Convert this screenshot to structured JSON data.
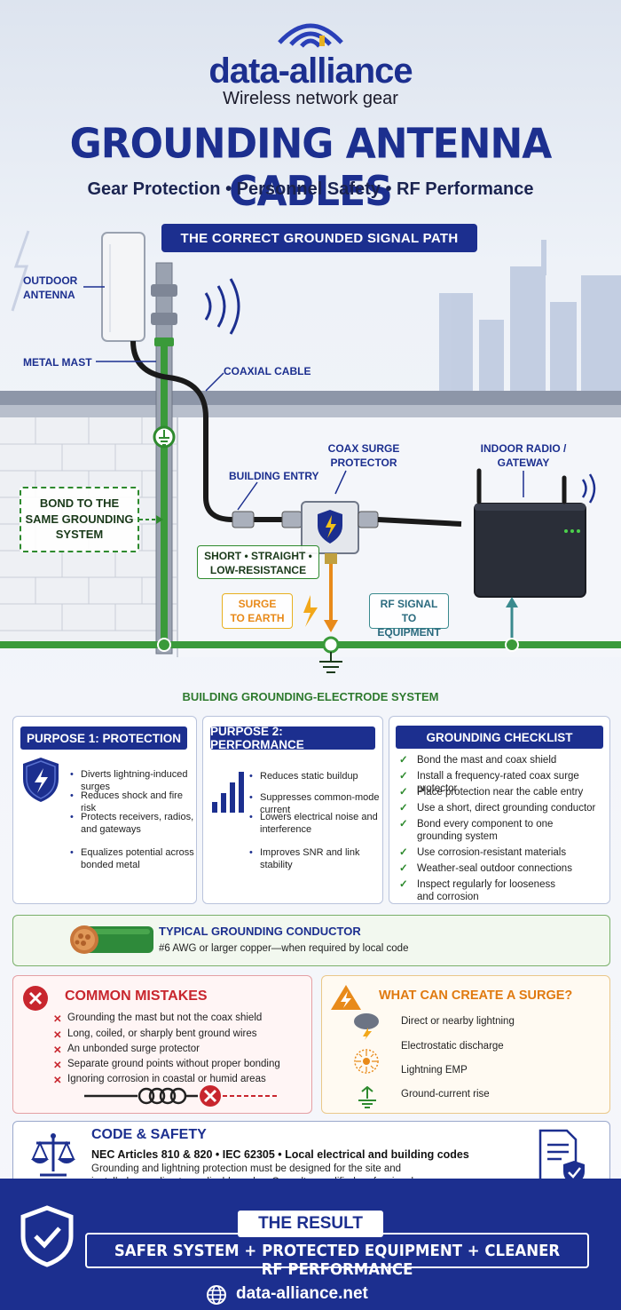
{
  "header": {
    "brand": "data-alliance",
    "tagline": "Wireless network gear",
    "title": "GROUNDING ANTENNA CABLES",
    "subtitle": "Gear Protection • Personnel Safety • RF Performance",
    "banner": "THE CORRECT GROUNDED SIGNAL PATH"
  },
  "diagram": {
    "outdoor_antenna": "OUTDOOR\nANTENNA",
    "metal_mast": "METAL MAST",
    "coaxial_cable": "COAXIAL CABLE",
    "building_entry": "BUILDING ENTRY",
    "surge_protector": "COAX SURGE\nPROTECTOR",
    "indoor_radio": "INDOOR RADIO /\nGATEWAY",
    "bond": "BOND TO THE\nSAME GROUNDING\nSYSTEM",
    "short_straight": "SHORT • STRAIGHT •\nLOW-RESISTANCE",
    "surge_to_earth": "SURGE\nTO EARTH",
    "rf_signal": "RF SIGNAL\nTO EQUIPMENT",
    "grounding_system": "BUILDING GROUNDING-ELECTRODE SYSTEM"
  },
  "purpose1": {
    "title": "PURPOSE 1: PROTECTION",
    "items": [
      "Diverts lightning-induced surges",
      "Reduces shock and fire risk",
      "Protects receivers, radios,\nand gateways",
      "Equalizes potential across\nbonded metal"
    ]
  },
  "purpose2": {
    "title": "PURPOSE 2: PERFORMANCE",
    "items": [
      "Reduces static buildup",
      "Suppresses common-mode current",
      "Lowers electrical noise and\ninterference",
      "Improves SNR and link stability"
    ]
  },
  "checklist": {
    "title": "GROUNDING CHECKLIST",
    "items": [
      "Bond the mast and coax shield",
      "Install a frequency-rated coax surge protector",
      "Place protection near the cable entry",
      "Use a short, direct grounding conductor",
      "Bond every component to one\ngrounding system",
      "Use corrosion-resistant materials",
      "Weather-seal outdoor connections",
      "Inspect regularly for looseness\nand corrosion"
    ]
  },
  "conductor": {
    "title": "TYPICAL GROUNDING CONDUCTOR",
    "desc": "#6 AWG or larger copper—when required by local code"
  },
  "mistakes": {
    "title": "COMMON MISTAKES",
    "items": [
      "Grounding the mast but not the coax shield",
      "Long, coiled, or sharply bent ground wires",
      "An unbonded surge protector",
      "Separate ground points without proper bonding",
      "Ignoring corrosion in coastal or humid areas"
    ]
  },
  "surge": {
    "title": "WHAT CAN CREATE A SURGE?",
    "items": [
      "Direct or nearby lightning",
      "Electrostatic discharge",
      "Lightning EMP",
      "Ground-current rise"
    ]
  },
  "code": {
    "title": "CODE & SAFETY",
    "standards": "NEC Articles 810 & 820 • IEC 62305 • Local electrical and building codes",
    "desc": "Grounding and lightning protection must be designed for the site and\ninstalled according to applicable codes. Consult a qualified professional."
  },
  "result": {
    "title": "THE RESULT",
    "text": "SAFER SYSTEM + PROTECTED EQUIPMENT + CLEANER RF PERFORMANCE"
  },
  "footer": {
    "url": "data-alliance.net"
  },
  "colors": {
    "navy": "#1c2f8f",
    "green": "#2e8a2e",
    "red": "#c8262e",
    "orange": "#e88a1a"
  }
}
